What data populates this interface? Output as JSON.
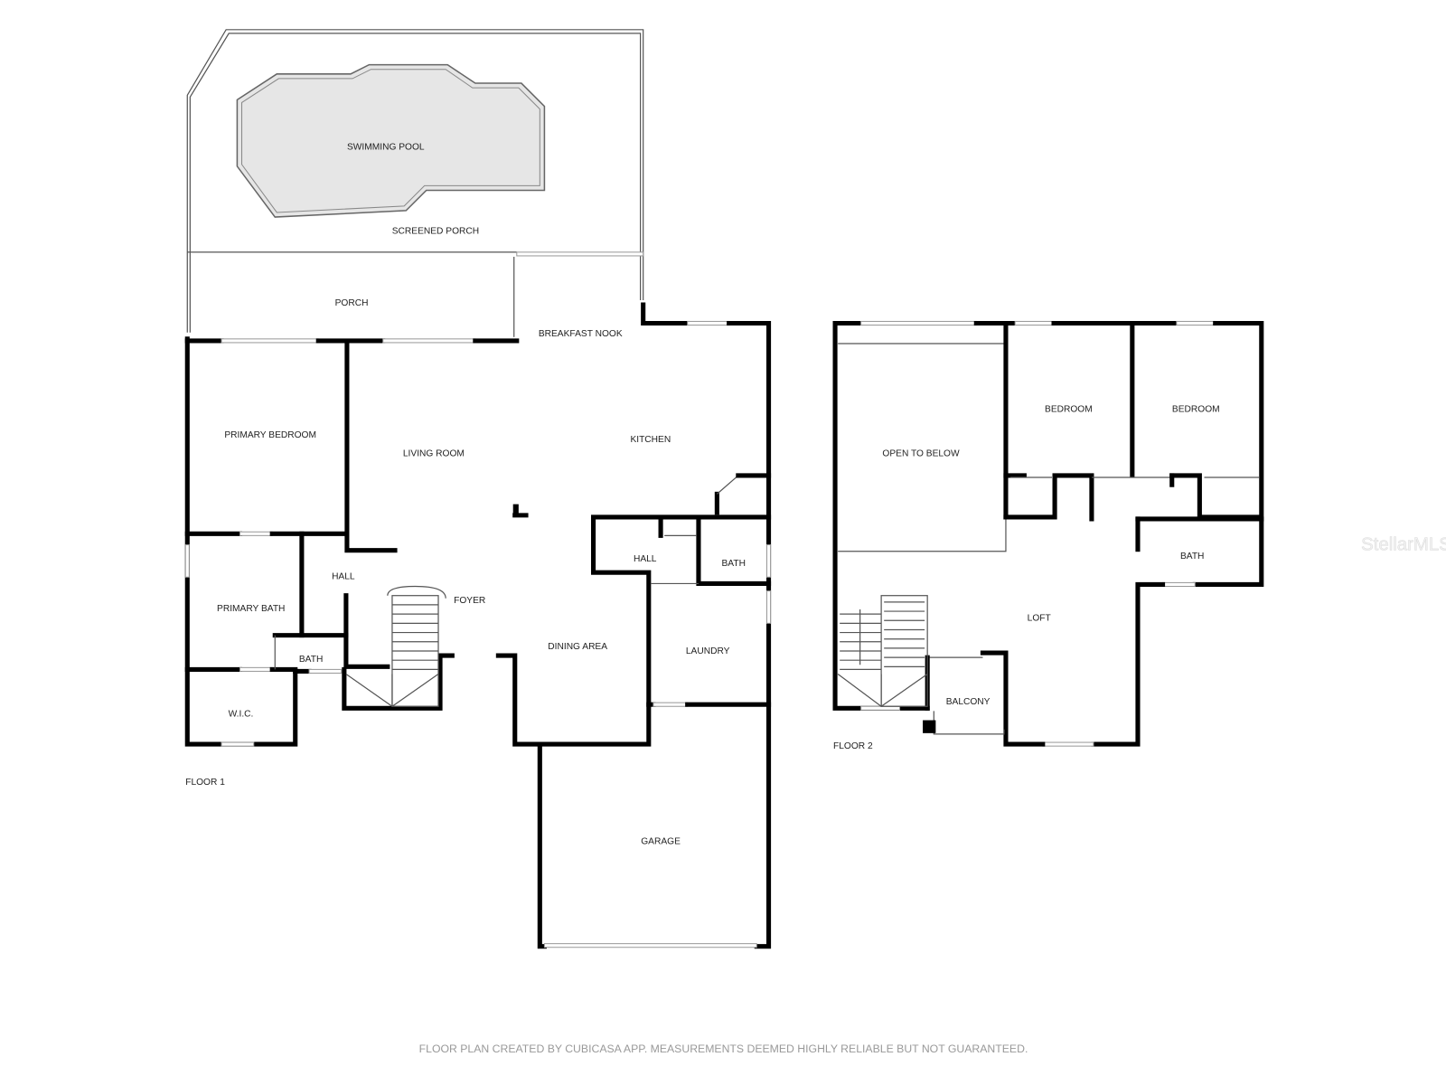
{
  "floor1": {
    "label": "FLOOR 1",
    "rooms": {
      "swimming_pool": "SWIMMING POOL",
      "screened_porch": "SCREENED PORCH",
      "porch": "PORCH",
      "breakfast_nook": "BREAKFAST NOOK",
      "primary_bedroom": "PRIMARY BEDROOM",
      "living_room": "LIVING ROOM",
      "kitchen": "KITCHEN",
      "hall_left": "HALL",
      "hall_right": "HALL",
      "bath_right": "BATH",
      "primary_bath": "PRIMARY BATH",
      "foyer": "FOYER",
      "bath_left": "BATH",
      "dining_area": "DINING AREA",
      "laundry": "LAUNDRY",
      "wic": "W.I.C.",
      "garage": "GARAGE"
    }
  },
  "floor2": {
    "label": "FLOOR 2",
    "rooms": {
      "open_to_below": "OPEN TO BELOW",
      "bedroom_1": "BEDROOM",
      "bedroom_2": "BEDROOM",
      "bath": "BATH",
      "loft": "LOFT",
      "balcony": "BALCONY"
    }
  },
  "watermark": "StellarMLS",
  "footer": "FLOOR PLAN CREATED BY CUBICASA APP. MEASUREMENTS DEEMED HIGHLY RELIABLE BUT NOT GUARANTEED."
}
